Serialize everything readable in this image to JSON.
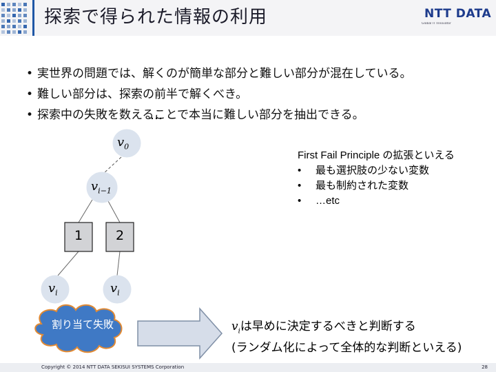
{
  "header": {
    "title": "探索で得られた情報の利用",
    "logo_main": "NTT DATA",
    "logo_sub": "Global IT Innovator"
  },
  "bullets": [
    "実世界の問題では、解くのが簡単な部分と難しい部分が混在している。",
    "難しい部分は、探索の前半で解くべき。",
    "探索中の失敗を数えることで本当に難しい部分を抽出できる。"
  ],
  "bullet_glyph": "•",
  "tree": {
    "root_label": "v",
    "root_sub": "0",
    "mid_label": "v",
    "mid_sub": "i−1",
    "left_box": "1",
    "right_box": "2",
    "ellipsis": "…",
    "leaf_left_label": "v",
    "leaf_left_sub": "i",
    "leaf_right_label": "v",
    "leaf_right_sub": "i"
  },
  "note": {
    "heading": "First Fail Principle の拡張といえる",
    "items": [
      "最も選択肢の少ない変数",
      "最も制約された変数",
      "…etc"
    ]
  },
  "cloud_text": "割り当て失敗",
  "conclusion": {
    "var": "v",
    "var_sub": "i",
    "line1_rest": "は早めに決定するべきと判断する",
    "line2": "(ランダム化によって全体的な判断といえる)"
  },
  "footer": {
    "copyright": "Copyright © 2014 NTT DATA SEKISUI SYSTEMS Corporation",
    "page": "28"
  },
  "colors": {
    "accent": "#1f57a6",
    "node_fill": "#dbe3ee",
    "box_fill": "#d2d3d6",
    "cloud_fill": "#3f79c5",
    "cloud_stroke": "#e28a33",
    "arrow_fill": "#d6dde9",
    "arrow_stroke": "#7f8fa6"
  }
}
